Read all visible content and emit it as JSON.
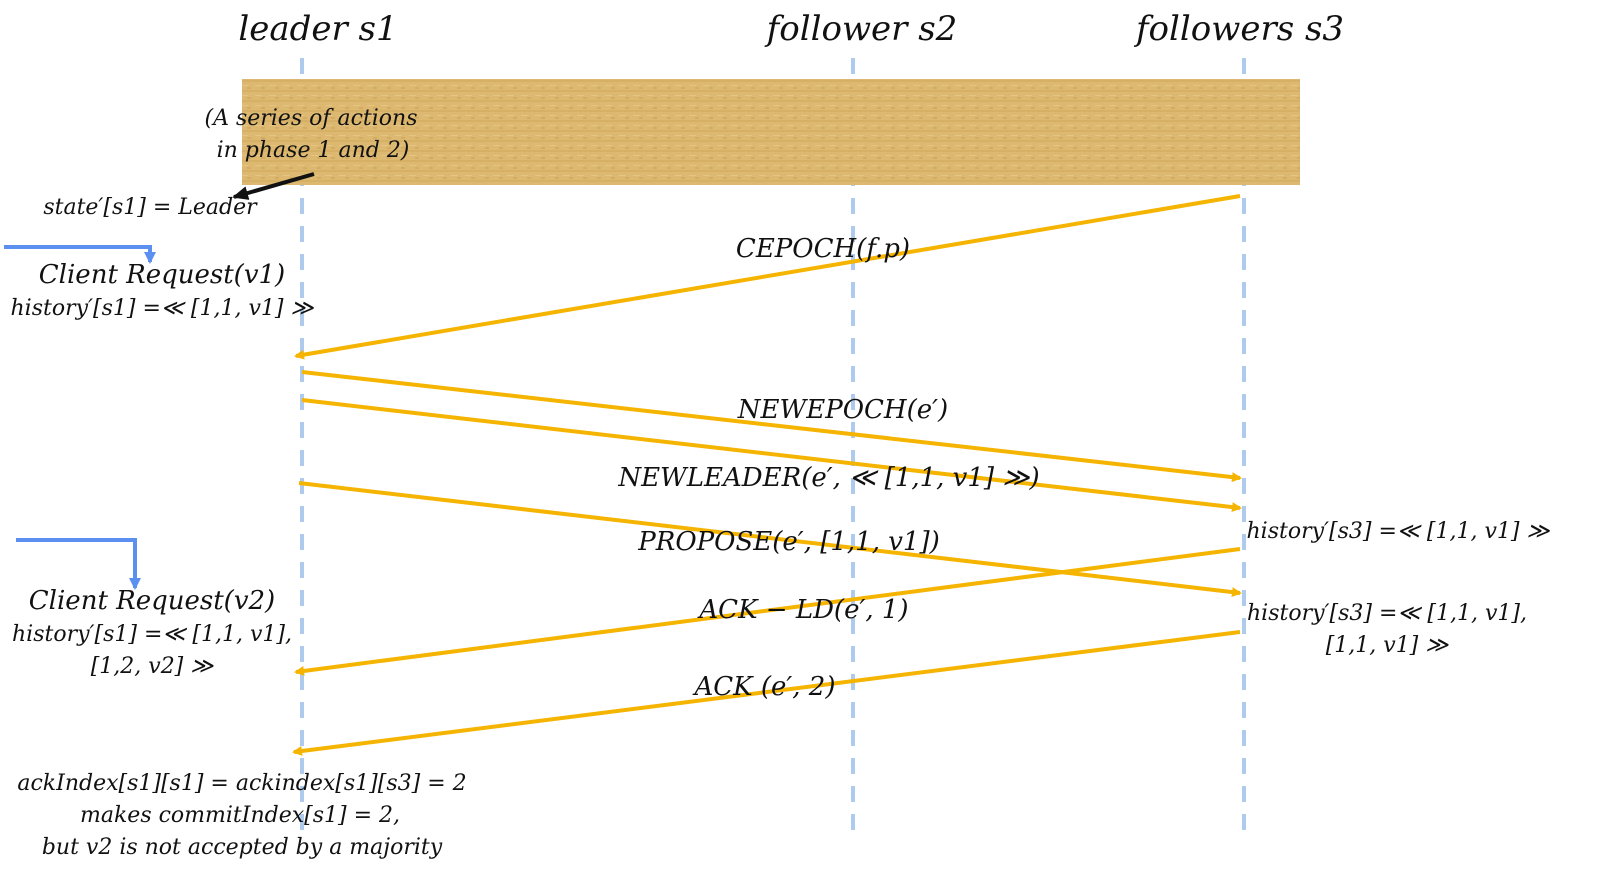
{
  "participants": {
    "leader": "leader s1",
    "follower_s2": "follower s2",
    "followers_s3": "followers s3"
  },
  "phase_box": {
    "line1": "(A series of actions",
    "line2": "in phase 1 and 2)"
  },
  "left_notes": {
    "state": "state′[s1] = Leader",
    "client_request_1": "Client Request(v1)",
    "history_1": "history′[s1] =≪ [1,1, v1] ≫",
    "client_request_2": "Client Request(v2)",
    "history_2a": "history′[s1] =≪ [1,1, v1],",
    "history_2b": "[1,2, v2] ≫"
  },
  "messages": {
    "cepoch": "CEPOCH(f.p)",
    "newepoch": "NEWEPOCH(e′)",
    "newleader": "NEWLEADER(e′, ≪ [1,1, v1] ≫)",
    "propose": "PROPOSE(e′, [1,1, v1])",
    "ack_ld": "ACK − LD(e′, 1)",
    "ack": "ACK (e′, 2)"
  },
  "right_notes": {
    "history_s3_1": "history′[s3] =≪ [1,1, v1] ≫",
    "history_s3_2a": "history′[s3] =≪ [1,1, v1],",
    "history_s3_2b": "[1,1, v1] ≫"
  },
  "bottom_notes": {
    "line1": "ackIndex[s1][s1] = ackindex[s1][s3] = 2",
    "line2": "makes commitIndex[s1] = 2,",
    "line3": "but v2 is not accepted by a majority"
  },
  "colors": {
    "message_arrow": "#f5b400",
    "lifeline": "#aecbee",
    "client_arrow": "#5b8ff0",
    "phase_box": "#dcb871"
  }
}
